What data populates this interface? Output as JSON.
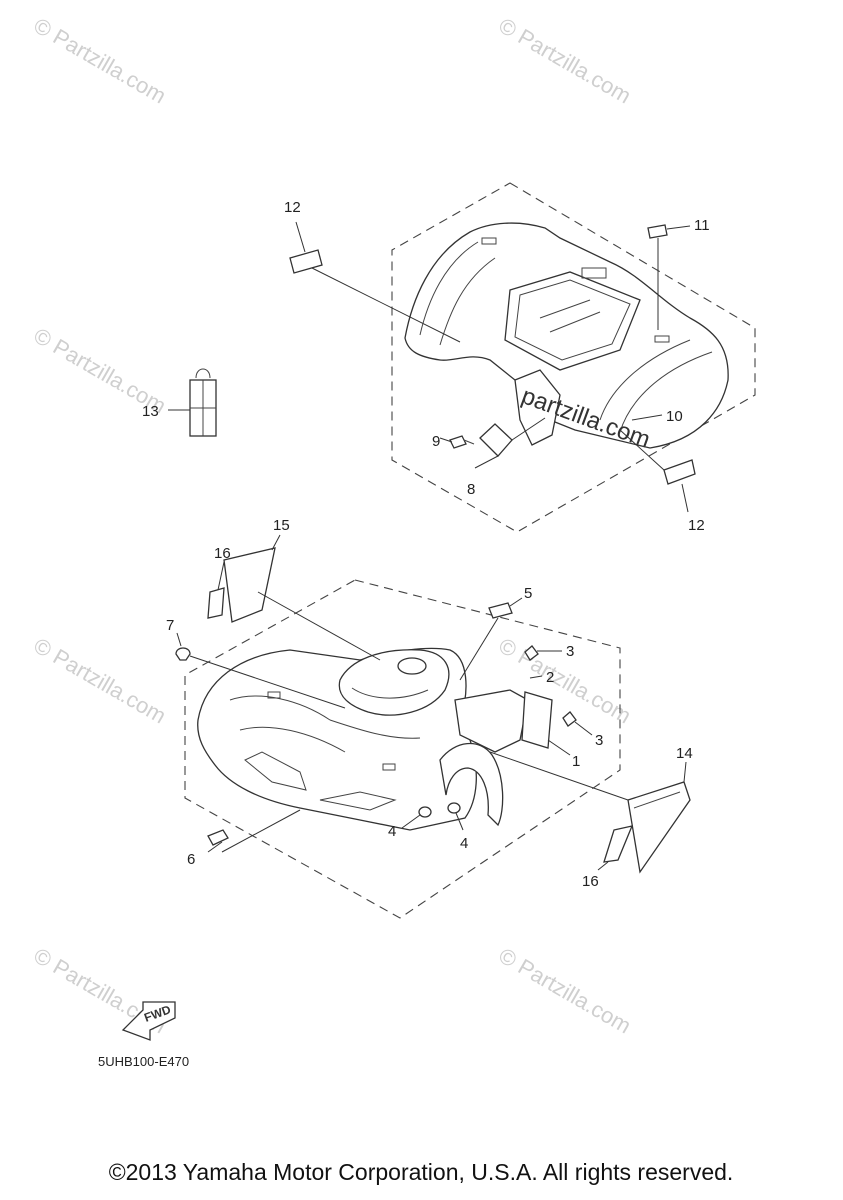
{
  "watermarks": [
    "© Partzilla.com",
    "© Partzilla.com",
    "© Partzilla.com",
    "© Partzilla.com",
    "© Partzilla.com",
    "© Partzilla.com",
    "© Partzilla.com"
  ],
  "rear_fender_overlay": "partzilla.com",
  "callouts": {
    "c12a": "12",
    "c11": "11",
    "c13": "13",
    "c10": "10",
    "c9": "9",
    "c8": "8",
    "c12b": "12",
    "c15": "15",
    "c16a": "16",
    "c5": "5",
    "c7": "7",
    "c3a": "3",
    "c2": "2",
    "c3b": "3",
    "c1": "1",
    "c14": "14",
    "c4a": "4",
    "c4b": "4",
    "c6": "6",
    "c16b": "16"
  },
  "fwd_label": "FWD",
  "drawing_code": "5UHB100-E470",
  "copyright": "©2013 Yamaha Motor Corporation, U.S.A. All rights reserved."
}
